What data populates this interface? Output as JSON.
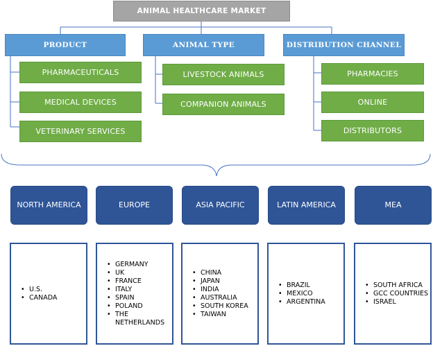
{
  "title": "ANIMAL HEALTHCARE MARKET",
  "categories": [
    {
      "label": "PRODUCT",
      "items": [
        "PHARMACEUTICALS",
        "MEDICAL DEVICES",
        "VETERINARY SERVICES"
      ]
    },
    {
      "label": "ANIMAL TYPE",
      "items": [
        "LIVESTOCK ANIMALS",
        "COMPANION ANIMALS"
      ]
    },
    {
      "label": "DISTRIBUTION CHANNEL",
      "items": [
        "PHARMACIES",
        "ONLINE",
        "DISTRIBUTORS"
      ]
    }
  ],
  "regions": [
    {
      "name": "NORTH AMERICA",
      "countries": [
        "U.S.",
        "CANADA"
      ]
    },
    {
      "name": "EUROPE",
      "countries": [
        "GERMANY",
        "UK",
        "FRANCE",
        "ITALY",
        "SPAIN",
        "POLAND",
        "THE NETHERLANDS"
      ]
    },
    {
      "name": "ASIA PACIFIC",
      "countries": [
        "CHINA",
        "JAPAN",
        "INDIA",
        "AUSTRALIA",
        "SOUTH KOREA",
        "TAIWAN"
      ]
    },
    {
      "name": "LATIN AMERICA",
      "countries": [
        "BRAZIL",
        "MEXICO",
        "ARGENTINA"
      ]
    },
    {
      "name": "MEA",
      "countries": [
        "SOUTH AFRICA",
        "GCC COUNTRIES",
        "ISRAEL"
      ]
    }
  ],
  "colors": {
    "title_bg": "#a5a5a5",
    "category_bg": "#5b9bd5",
    "subitem_bg": "#70ad47",
    "region_bg": "#2f5597",
    "connector": "#4472c4"
  }
}
